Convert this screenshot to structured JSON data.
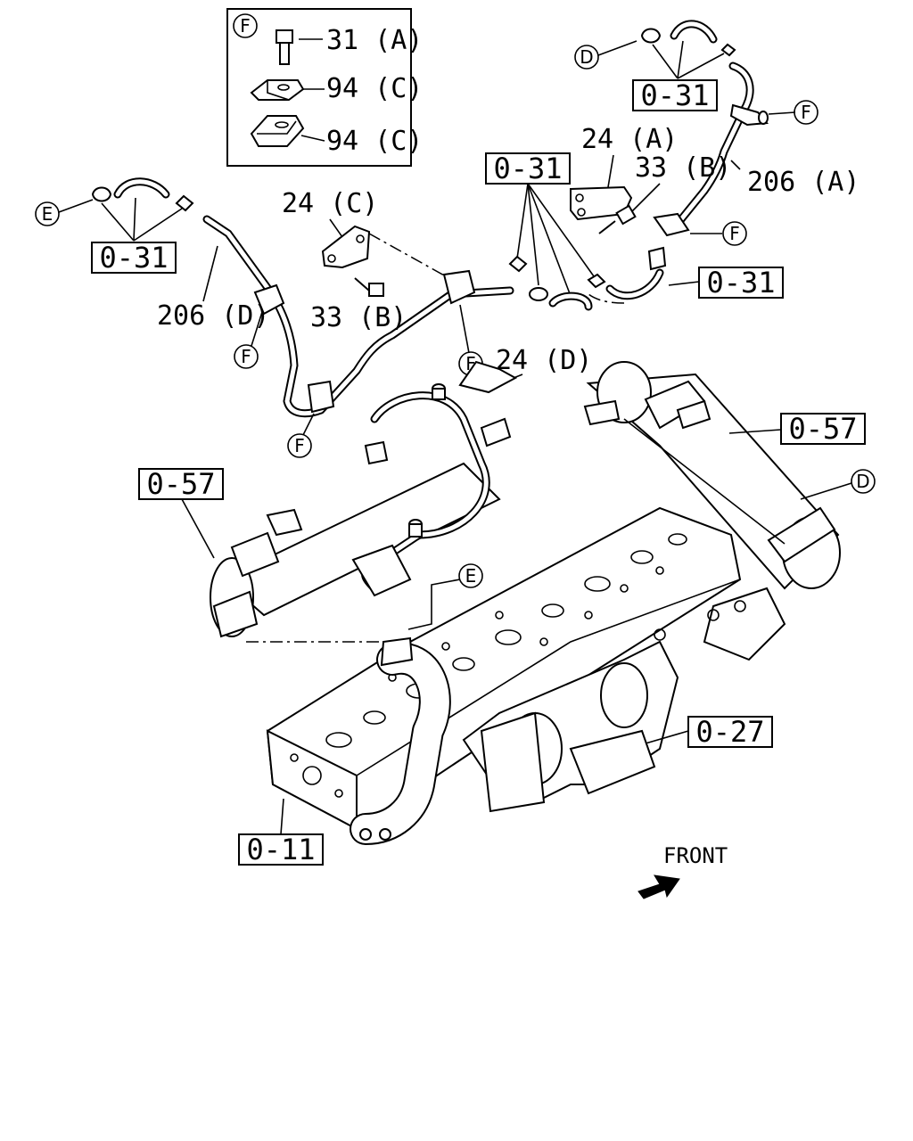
{
  "inset": {
    "detail_letter": "F",
    "items": [
      "31 (A)",
      "94 (C)",
      "94 (C)"
    ]
  },
  "refs": {
    "r031_a": "0-31",
    "r031_b": "0-31",
    "r031_c": "0-31",
    "r031_d": "0-31",
    "r057_left": "0-57",
    "r057_right": "0-57",
    "r027": "0-27",
    "r011": "0-11"
  },
  "parts": {
    "p24a": "24 (A)",
    "p24c": "24 (C)",
    "p24d": "24 (D)",
    "p33b_upper": "33 (B)",
    "p33b_lower": "33 (B)",
    "p206a": "206 (A)",
    "p206d": "206 (D)"
  },
  "callouts": {
    "D_top": "D",
    "D_right": "D",
    "E_left": "E",
    "E_mid": "E",
    "F_right1": "F",
    "F_right2": "F",
    "F_left1": "F",
    "F_mid": "F",
    "F_left2": "F"
  },
  "front_label": "FRONT"
}
